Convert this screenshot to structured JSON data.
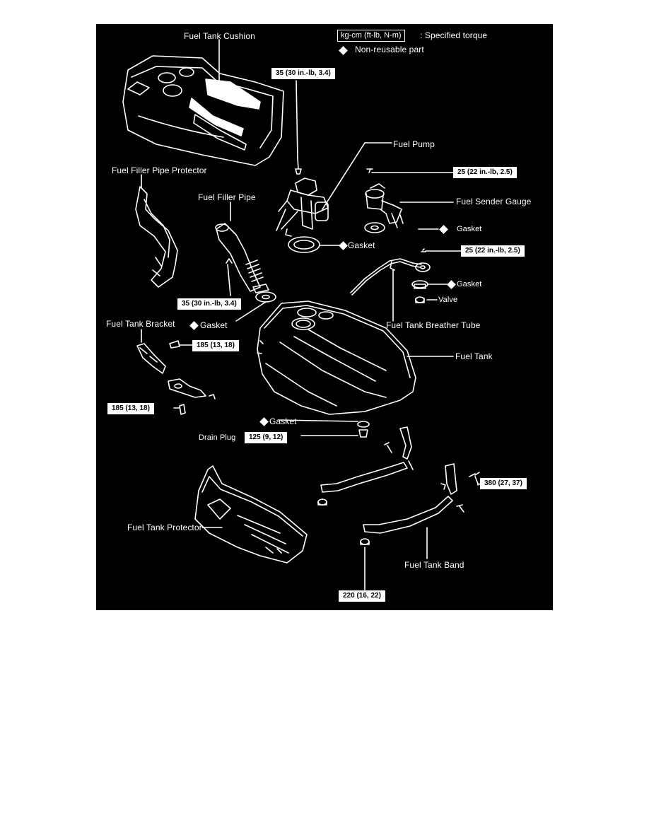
{
  "colors": {
    "background": "#000000",
    "ink": "#ffffff",
    "page": "#ffffff"
  },
  "legend": {
    "unit_box": "kg-cm (ft-lb, N-m)",
    "unit_desc": ": Specified torque",
    "nonreusable_desc": "Non-reusable part"
  },
  "labels": {
    "fuel_tank_cushion": "Fuel Tank Cushion",
    "fuel_filler_pipe_protector": "Fuel Filler Pipe Protector",
    "fuel_filler_pipe": "Fuel Filler Pipe",
    "fuel_pump": "Fuel Pump",
    "fuel_sender_gauge": "Fuel Sender Gauge",
    "gasket": "Gasket",
    "valve": "Valve",
    "fuel_tank_breather_tube": "Fuel Tank Breather Tube",
    "fuel_tank_bracket": "Fuel Tank Bracket",
    "fuel_tank": "Fuel Tank",
    "drain_plug": "Drain Plug",
    "fuel_tank_protector": "Fuel Tank Protector",
    "fuel_tank_band": "Fuel Tank Band"
  },
  "torques": {
    "pump_bolt": "35 (30 in.-lb, 3.4)",
    "sender_bolt": "25 (22 in.-lb, 2.5)",
    "valve_bolt": "25 (22 in.-lb, 2.5)",
    "filler_bolt": "35 (30 in.-lb, 3.4)",
    "bracket_bolt_upper": "185 (13, 18)",
    "bracket_bolt_lower": "185 (13, 18)",
    "drain_plug": "125 (9, 12)",
    "band_bolt": "380 (27, 37)",
    "band_nut": "220 (16, 22)"
  }
}
